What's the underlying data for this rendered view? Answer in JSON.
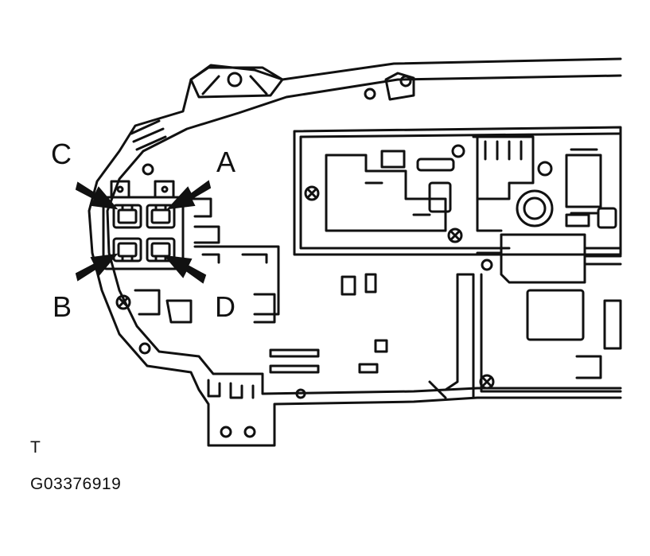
{
  "callouts": {
    "a": "A",
    "b": "B",
    "c": "C",
    "d": "D"
  },
  "footer": {
    "view_mark": "T",
    "figure_code": "G03376919"
  },
  "colors": {
    "ink": "#111111",
    "paper": "#ffffff"
  }
}
